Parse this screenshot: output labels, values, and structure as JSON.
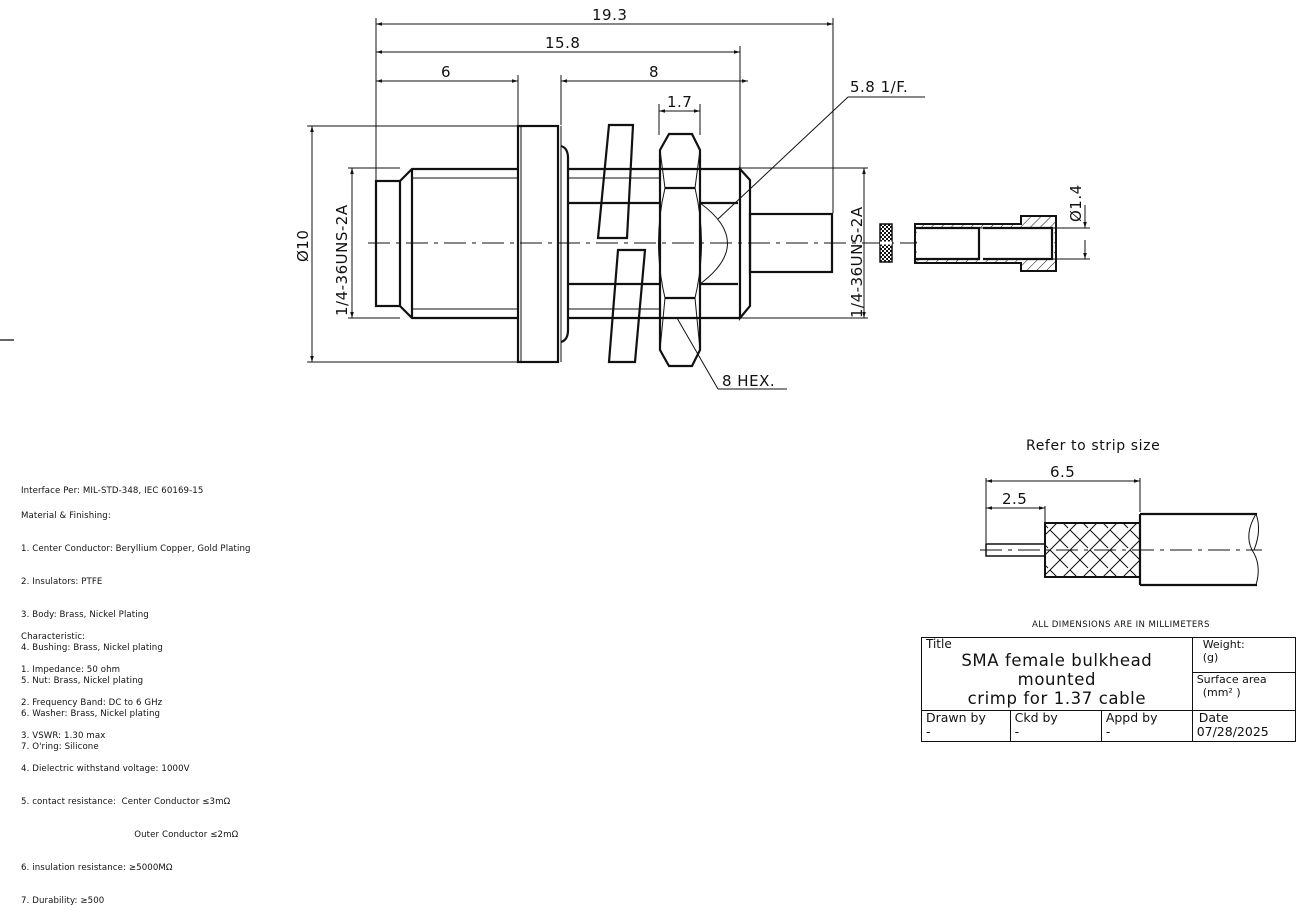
{
  "drawing": {
    "dimensions": {
      "overall_length": "19.3",
      "body_length": "15.8",
      "rear_thread_length": "6",
      "front_thread_length": "8",
      "nut_thickness": "1.7",
      "flat_width": "5.8 1/F.",
      "flange_diameter": "Ø10",
      "rear_thread_spec": "1/4-36UNS-2A",
      "front_thread_spec": "1/4-36UNS-2A",
      "pin_diameter": "Ø1.4",
      "nut_size": "8 HEX."
    },
    "strip": {
      "title": "Refer to strip size",
      "total_length": "6.5",
      "conductor_length": "2.5"
    },
    "units_note": "ALL DIMENSIONS ARE IN MILLIMETERS"
  },
  "notes": {
    "interface": "Interface Per: MIL-STD-348, IEC 60169-15",
    "materials": {
      "heading": "Material & Finishing:",
      "items": [
        "1. Center Conductor: Beryllium Copper, Gold Plating",
        "2. Insulators: PTFE",
        "3. Body: Brass, Nickel Plating",
        "4. Bushing: Brass, Nickel plating",
        "5. Nut: Brass, Nickel plating",
        "6. Washer: Brass, Nickel plating",
        "7. O'ring: Silicone"
      ]
    },
    "characteristics": {
      "heading": "Characteristic:",
      "items": [
        "1. Impedance: 50 ohm",
        "2. Frequency Band: DC to 6 GHz",
        "3. VSWR: 1.30 max",
        "4. Dielectric withstand voltage: 1000V",
        "5. contact resistance:  Center Conductor ≤3mΩ",
        "                                        Outer Conductor ≤2mΩ",
        "6. insulation resistance: ≥5000MΩ",
        "7. Durability: ≥500"
      ]
    }
  },
  "title_block": {
    "title_label": "Title",
    "title_line1": "SMA female bulkhead mounted",
    "title_line2": "crimp for 1.37 cable",
    "weight_label": "Weight:",
    "weight_unit": "(g)",
    "surface_label": "Surface area",
    "surface_unit": "(mm² )",
    "drawn_label": "Drawn by",
    "drawn_value": "-",
    "checked_label": "Ckd by",
    "checked_value": "-",
    "approved_label": "Appd by",
    "approved_value": "-",
    "date_label": "Date",
    "date_value": "07/28/2025"
  }
}
